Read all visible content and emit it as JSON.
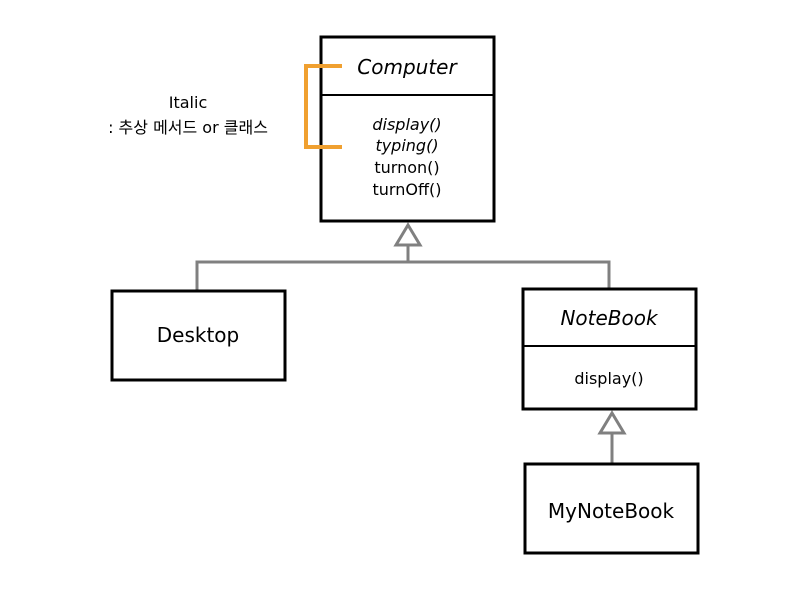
{
  "note": {
    "line1": "Italic",
    "line2": ": 추상 메서드 or 클래스"
  },
  "classes": {
    "computer": {
      "name": "Computer",
      "abstract": true,
      "methods": [
        {
          "label": "display()",
          "abstract": true
        },
        {
          "label": "typing()",
          "abstract": true
        },
        {
          "label": "turnon()",
          "abstract": false
        },
        {
          "label": "turnOff()",
          "abstract": false
        }
      ]
    },
    "desktop": {
      "name": "Desktop",
      "abstract": false
    },
    "notebook": {
      "name": "NoteBook",
      "abstract": true,
      "methods": [
        {
          "label": "display()",
          "abstract": false
        }
      ]
    },
    "mynotebook": {
      "name": "MyNoteBook",
      "abstract": false
    }
  },
  "colors": {
    "bracket": "#f0a030",
    "connector": "#808080",
    "border": "#000000"
  }
}
